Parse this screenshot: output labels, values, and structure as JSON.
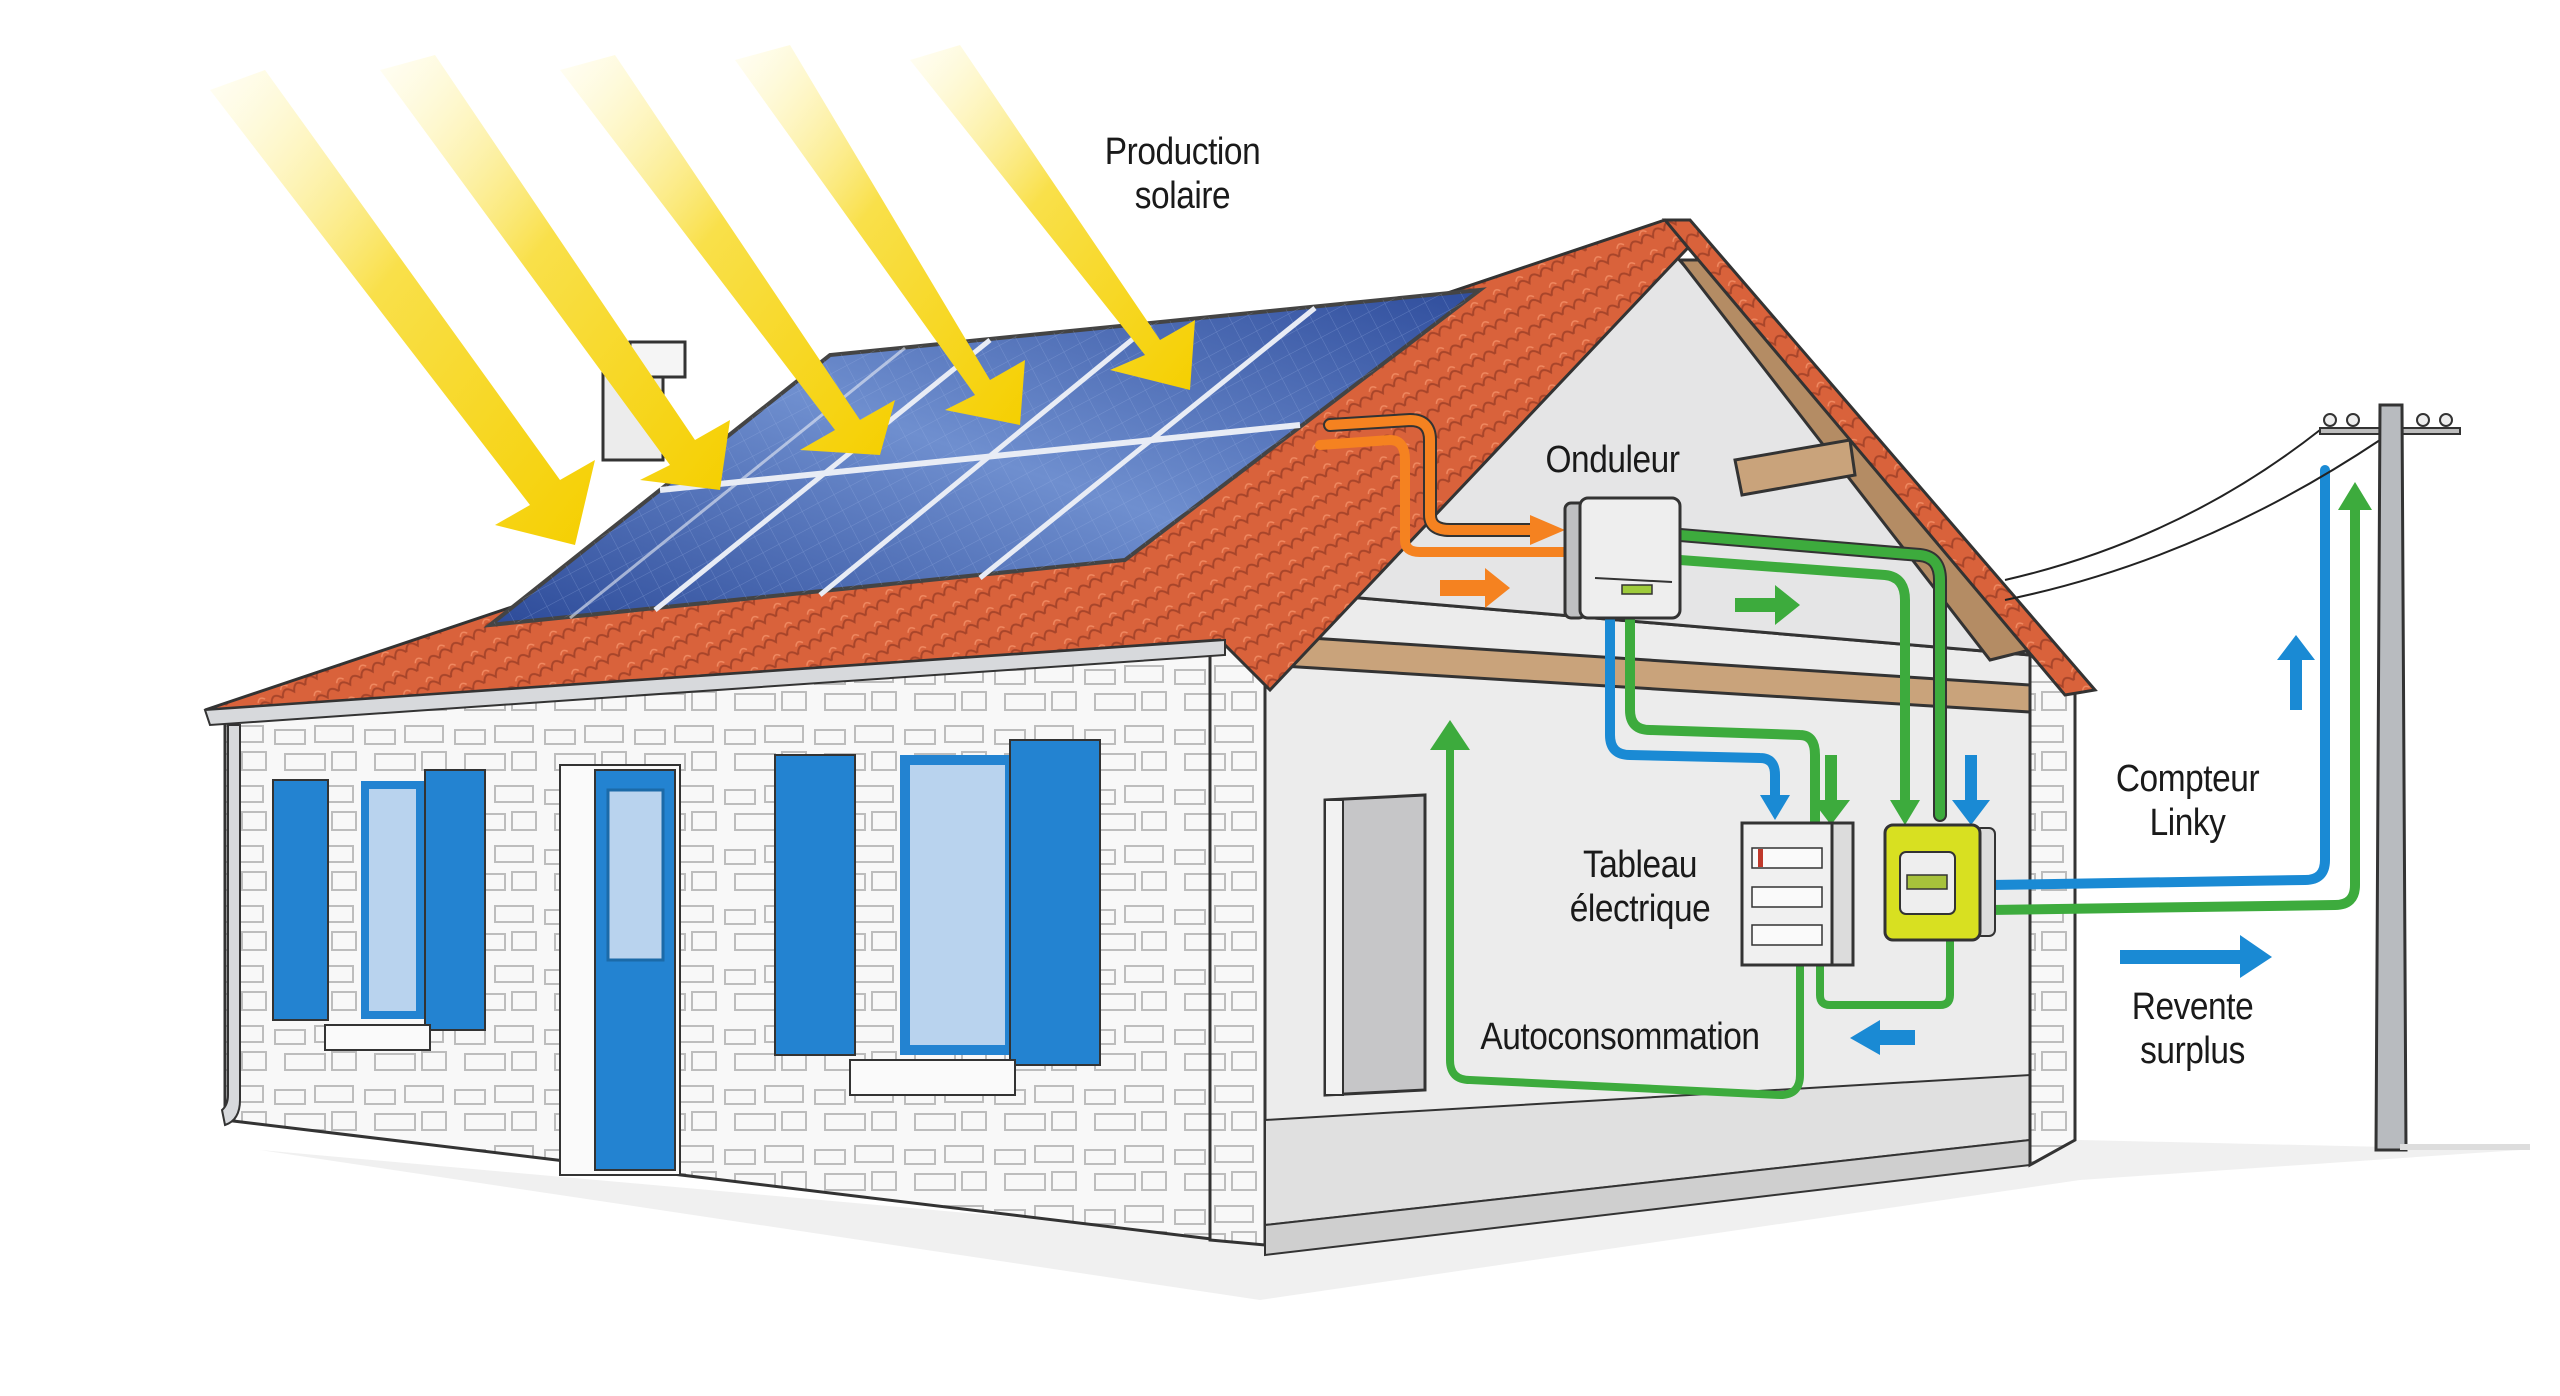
{
  "labels": {
    "production": [
      "Production",
      "solaire"
    ],
    "inverter": "Onduleur",
    "panel": [
      "Tableau",
      "électrique"
    ],
    "meter": [
      "Compteur",
      "Linky"
    ],
    "surplus": [
      "Revente",
      "surplus"
    ],
    "selfconsumption": "Autoconsommation"
  },
  "colors": {
    "sun": "#f7d417",
    "tile": "#d9623b",
    "tile_dark": "#b84a2a",
    "solar_panel": "#3f5fa8",
    "shutter": "#2383d1",
    "wall": "#f5f5f5",
    "interior": "#e9e9ea",
    "wood": "#c9a37b",
    "dc_flow": "#f58220",
    "ac_flow": "#3dab3d",
    "grid_flow": "#1a8ad4",
    "meter": "#d8e021",
    "pole": "#b8bbbf"
  }
}
